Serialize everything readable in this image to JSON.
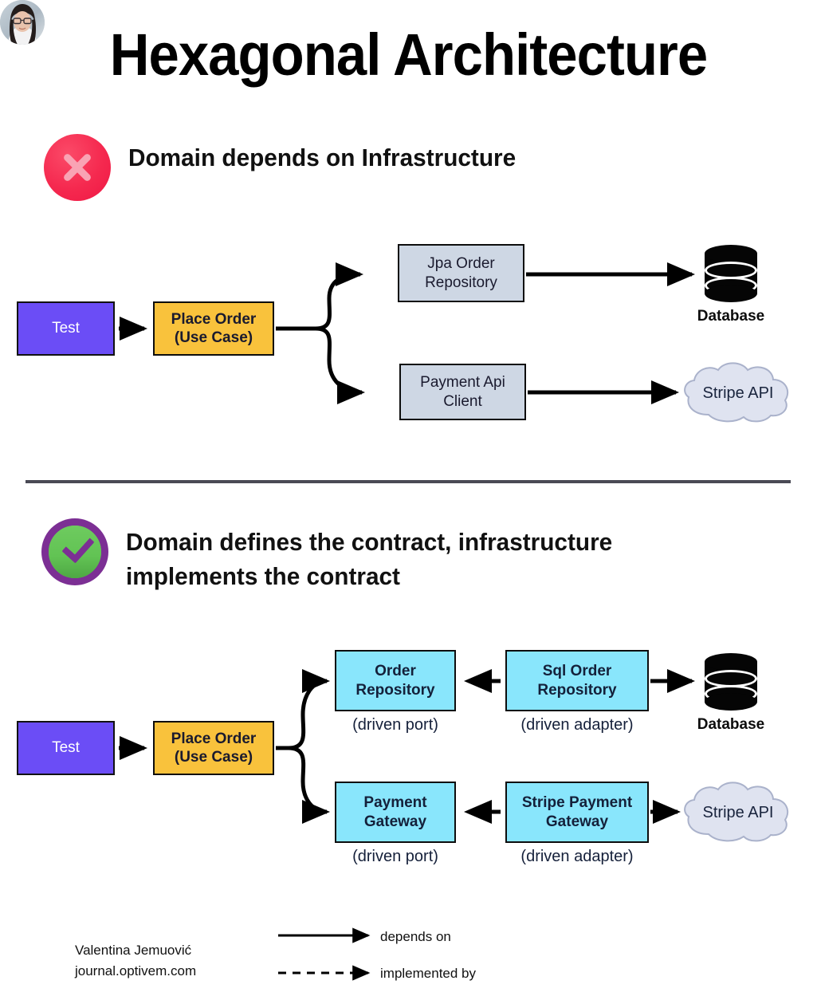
{
  "title": "Hexagonal Architecture",
  "sections": [
    {
      "id": "bad",
      "badge": "red-x-icon",
      "heading": "Domain depends on Infrastructure",
      "nodes": {
        "test": "Test",
        "use_case": "Place Order\n(Use Case)",
        "adapter_top": "Jpa Order\nRepository",
        "adapter_bottom": "Payment Api\nClient",
        "database": "Database",
        "cloud": "Stripe API"
      }
    },
    {
      "id": "good",
      "badge": "green-check-icon",
      "heading": "Domain defines the contract, infrastructure\nimplements the contract",
      "nodes": {
        "test": "Test",
        "use_case": "Place Order\n(Use Case)",
        "port_top": "Order\nRepository",
        "port_top_sub": "(driven port)",
        "adapter_top": "Sql Order\nRepository",
        "adapter_top_sub": "(driven adapter)",
        "port_bottom": "Payment\nGateway",
        "port_bottom_sub": "(driven port)",
        "adapter_bottom": "Stripe Payment\nGateway",
        "adapter_bottom_sub": "(driven adapter)",
        "database": "Database",
        "cloud": "Stripe API"
      }
    }
  ],
  "footer": {
    "author_name": "Valentina Jemuović",
    "author_site": "journal.optivem.com",
    "author_block": "Valentina Jemuović\njournal.optivem.com",
    "legend": [
      {
        "style": "solid",
        "label": "depends on"
      },
      {
        "style": "dashed",
        "label": "implemented by"
      }
    ]
  },
  "colors": {
    "purple": "#6b4df6",
    "orange": "#f9c23c",
    "gray": "#ced7e4",
    "cyan": "#89e6fc",
    "cloud": "#dfe3f0",
    "database": "#050505",
    "badge_red": "#f5294f",
    "badge_green": "#62c354",
    "badge_purple_ring": "#7c2f94",
    "divider": "#4a4a55",
    "arrow": "#000000"
  }
}
